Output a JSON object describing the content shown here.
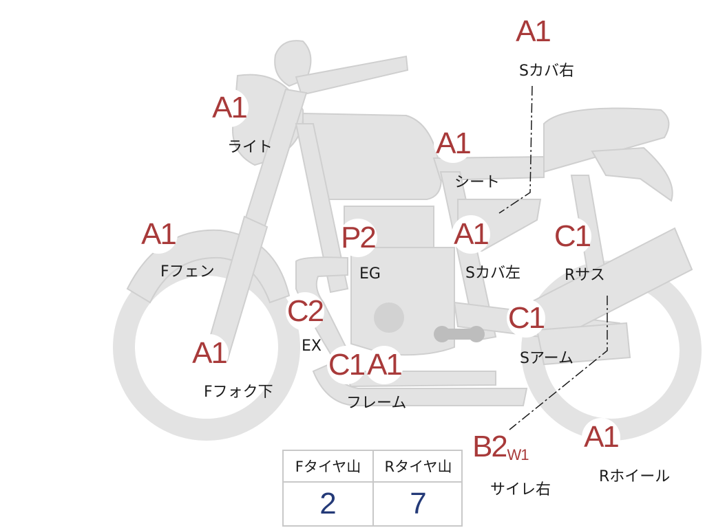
{
  "colors": {
    "bike_fill": "#e3e3e3",
    "bike_stroke": "#cfcfcf",
    "grade_text": "#a83a3a",
    "tire_value": "#243a78"
  },
  "parts": [
    {
      "id": "s-cover-right",
      "grade": "A1",
      "label": "Sカバ右"
    },
    {
      "id": "light",
      "grade": "A1",
      "label": "ライト"
    },
    {
      "id": "seat",
      "grade": "A1",
      "label": "シート"
    },
    {
      "id": "f-fender",
      "grade": "A1",
      "label": "Fフェン"
    },
    {
      "id": "engine",
      "grade": "P2",
      "label": "EG"
    },
    {
      "id": "s-cover-left",
      "grade": "A1",
      "label": "Sカバ左"
    },
    {
      "id": "r-suspension",
      "grade": "C1",
      "label": "Rサス"
    },
    {
      "id": "exhaust",
      "grade": "C2",
      "label": "EX"
    },
    {
      "id": "s-arm",
      "grade": "C1",
      "label": "Sアーム"
    },
    {
      "id": "f-fork-lower",
      "grade": "A1",
      "label": "Fフォク下"
    },
    {
      "id": "frame",
      "grades": [
        "C1",
        "A1"
      ],
      "label": "フレーム"
    },
    {
      "id": "silencer-right",
      "grade": "B2",
      "subgrade": "W1",
      "label": "サイレ右"
    },
    {
      "id": "r-wheel",
      "grade": "A1",
      "label": "Rホイール"
    }
  ],
  "tire_table": {
    "headers": [
      "Fタイヤ山",
      "Rタイヤ山"
    ],
    "values": [
      "2",
      "7"
    ]
  }
}
